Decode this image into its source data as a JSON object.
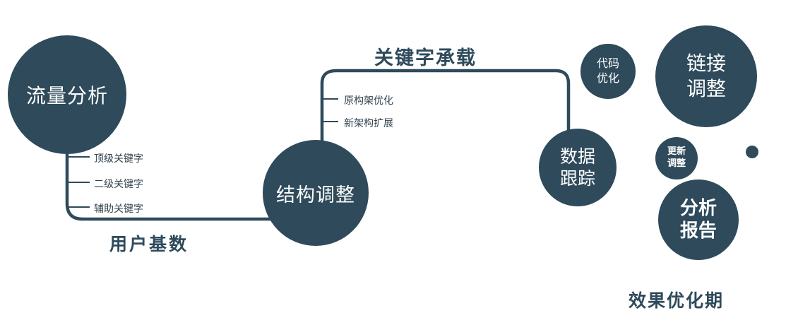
{
  "colors": {
    "primary": "#2E4A5B",
    "node_text": "#FFFFFF"
  },
  "nodes": {
    "traffic": {
      "label": "流量分析"
    },
    "structure": {
      "label": "结构调整"
    },
    "tracking": {
      "line1": "数据",
      "line2": "跟踪"
    },
    "code": {
      "line1": "代码",
      "line2": "优化"
    },
    "link": {
      "line1": "链接",
      "line2": "调整"
    },
    "update": {
      "line1": "更新",
      "line2": "调整"
    },
    "report": {
      "line1": "分析",
      "line2": "报告"
    }
  },
  "edge_labels": {
    "user_base": "用户基数",
    "keyword_bearing": "关键字承载"
  },
  "branch_labels": {
    "traffic": [
      "顶级关键字",
      "二级关键字",
      "辅助关键字"
    ],
    "structure": [
      "原构架优化",
      "新架构扩展"
    ]
  },
  "caption": "效果优化期"
}
